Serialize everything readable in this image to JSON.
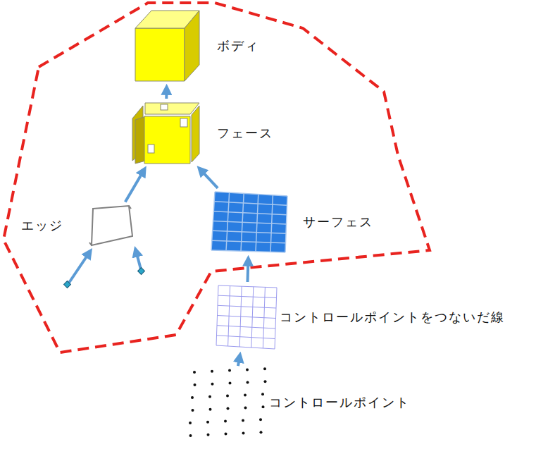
{
  "diagram": {
    "nodes": [
      {
        "text": [
          "ボディ"
        ]
      },
      {
        "text": [
          "フェース"
        ]
      },
      {
        "text": [
          "エッジ"
        ]
      },
      {
        "text": [
          "サーフェス"
        ]
      },
      {
        "text": [
          "コントロールポイントをつないだ線"
        ]
      },
      {
        "text": [
          "コントロールポイント"
        ]
      }
    ],
    "edges": [
      {
        "from": 1,
        "to": 0,
        "arrow": "to"
      },
      {
        "from": 2,
        "to": 1,
        "arrow": "to"
      },
      {
        "from": 3,
        "to": 1,
        "arrow": "to"
      },
      {
        "from": 4,
        "to": 3,
        "arrow": "to"
      },
      {
        "from": 5,
        "to": 4,
        "arrow": "to"
      }
    ]
  }
}
